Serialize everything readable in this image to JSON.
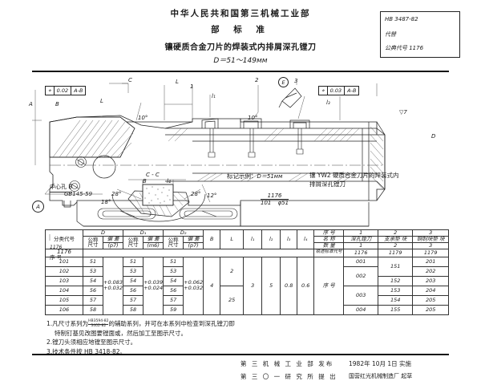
{
  "header": {
    "org": "中华人民共和国第三机械工业部",
    "standard_word": "部 标 准",
    "title": "镶硬质合金刀片的焊装式内排屑深孔镗刀",
    "range": "D＝51～149мм"
  },
  "code_box": {
    "standard_no": "HB 3487-82",
    "replaces_label": "代替",
    "classification": "公典代号 1176"
  },
  "drawing": {
    "tolerance_frames": [
      {
        "symbol": "⌖",
        "value": "0.02",
        "datum": "A-B"
      },
      {
        "symbol": "⌖",
        "value": "0.03",
        "datum": "A-B"
      }
    ],
    "center_hole_note_1": "中心孔 B",
    "center_hole_note_2": "GB145-59",
    "datum_a": "A",
    "datum_b": "B",
    "section_c": "C",
    "section_cc": "C - C",
    "section_bb": "B-B",
    "surface_finish": "▽7",
    "dim_l": "L",
    "dim_l1": "l₁",
    "dim_l2": "l₂",
    "dim_l3": "l₃",
    "dim_l4": "l₄",
    "dim_b": "B",
    "dim_d": "D",
    "dim_d1": "D₁",
    "dim_d2": "D₂",
    "angle_10": "10°",
    "angle_12": "12°",
    "angle_28": "28°",
    "angle_18": "18°",
    "detail_3": "3",
    "balloon_1": "1",
    "balloon_2": "2",
    "balloon_3": "3",
    "balloon_e": "E"
  },
  "marking": {
    "label": "标记示例：",
    "value": "D＝51мм",
    "description_line1": "镶 YW2 硬质合金刀片的焊装式内",
    "description_line2": "排屑深孔镗刀",
    "code_numerator": "1176",
    "code_denominator": "101",
    "code_diameter": "φ51"
  },
  "table": {
    "head": {
      "class_code_l1": "分类代号",
      "class_code_l2": "1176",
      "class_code_l3": "序 号",
      "group_d": "D",
      "group_d1": "D₁",
      "group_d2": "D₂",
      "nominal": "公称",
      "nominal2": "尺寸",
      "deviation": "偏 差",
      "tol_d": "(р7)",
      "tol_d1": "(m6)",
      "tol_d2": "(р7)",
      "col_b": "B",
      "col_l": "L",
      "col_l1": "l₁",
      "col_l2": "l₂",
      "col_l3": "l₃",
      "col_l4": "l₄"
    },
    "rows": [
      {
        "code": "101",
        "d": "51",
        "d1": "51",
        "d2": "51"
      },
      {
        "code": "102",
        "d": "53",
        "d1": "53",
        "d2": "53"
      },
      {
        "code": "103",
        "d": "54",
        "d1": "54",
        "d2": "54"
      },
      {
        "code": "104",
        "d": "56",
        "d1": "56",
        "d2": "56"
      },
      {
        "code": "105",
        "d": "57",
        "d1": "57",
        "d2": "57"
      },
      {
        "code": "106",
        "d": "58",
        "d1": "58",
        "d2": "59"
      }
    ],
    "merged": {
      "dev_d": "+0.083\n+0.032",
      "dev_d_top": "+0.083",
      "dev_d_bot": "+0.032",
      "dev_d1_top": "+0.039",
      "dev_d1_bot": "+0.024",
      "dev_d2_top": "+0.062",
      "dev_d2_bot": "+0.032",
      "b": "4",
      "l_top": "2",
      "l_bot": "25",
      "l1": "3",
      "l2": "5",
      "l3": "0.8",
      "l4": "0.6"
    },
    "parts": {
      "row_seq": "序 号",
      "row_name": "名 称",
      "row_qty": "数 量",
      "row_code": "铁道标准代号",
      "seq_label": "序 号",
      "columns": [
        {
          "seq": "1",
          "name": "深孔镗刀",
          "qty": "1",
          "std": "1176"
        },
        {
          "seq": "2",
          "name": "支承垫 块",
          "qty": "2",
          "std": "1179"
        },
        {
          "seq": "3",
          "name": "铜制块垫 块",
          "qty": "3",
          "std": "1179"
        }
      ],
      "codes": [
        {
          "c1": "001",
          "c2": "151",
          "c3": "201"
        },
        {
          "c1": "002",
          "c2": "152",
          "c3": "202"
        },
        {
          "c1": "003",
          "c2": "153",
          "c3": "203"
        },
        {
          "c1": "",
          "c2": "154",
          "c3": "204"
        },
        {
          "c1": "004",
          "c2": "155",
          "c3": "205"
        }
      ]
    }
  },
  "notes": {
    "n1_a": "1.凡尺寸系列为",
    "n1_sup": "HB3594-82",
    "n1_sub": "3402-82",
    "n1_b": "的辅助系列，并可在本系列中检查到深孔镗刀即",
    "n2": "特制钉基见改图要镗面或，然后加工至图示尺寸。",
    "n3": "2.镗刀头须相应地镗至图示尺寸。",
    "n4": "3.技术条件按 HB 3418-82。"
  },
  "footer": {
    "issuer": "第 三 机 械 工 业 部 发布",
    "proposer": "第 三 〇 一 研 究 所 提 出",
    "date": "1982年 10月 1日 实施",
    "drafter": "国营红光机械制造厂 起草"
  },
  "colors": {
    "ink": "#1a1a1a",
    "line": "#333333",
    "paper": "#ffffff",
    "hatch": "#555555"
  }
}
